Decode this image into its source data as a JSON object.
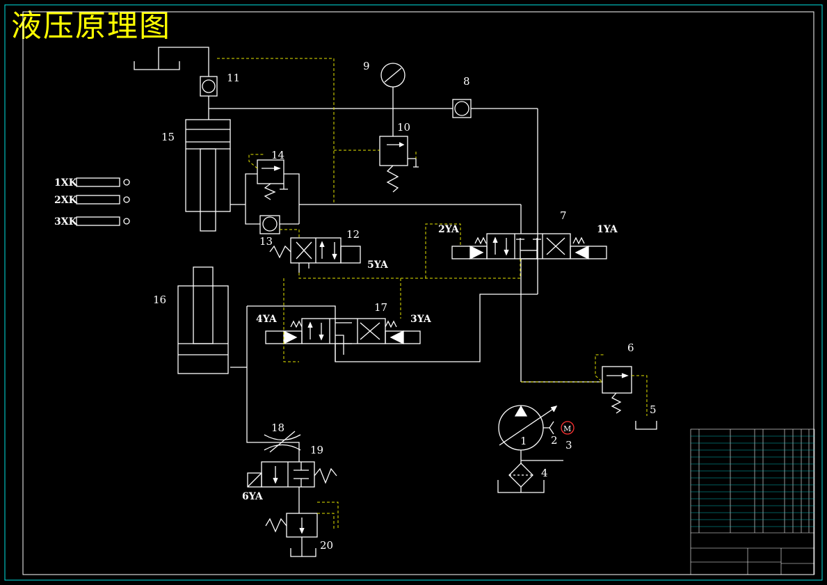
{
  "title": "液压原理图",
  "colors": {
    "background": "#000000",
    "lines": "#ffffff",
    "pilot_lines": "#e6e600",
    "title": "#ffff00",
    "frame": "#00e5e5"
  },
  "components": {
    "c1": "1",
    "c2": "2",
    "c3": "3",
    "c4": "4",
    "c5": "5",
    "c6": "6",
    "c7": "7",
    "c8": "8",
    "c9": "9",
    "c10": "10",
    "c11": "11",
    "c12": "12",
    "c13": "13",
    "c14": "14",
    "c15": "15",
    "c16": "16",
    "c17": "17",
    "c18": "18",
    "c19": "19",
    "c20": "20"
  },
  "motor_label": "M",
  "solenoids": {
    "s1": "1YA",
    "s2": "2YA",
    "s3": "3YA",
    "s4": "4YA",
    "s5": "5YA",
    "s6": "6YA"
  },
  "limit_switches": [
    "1XK",
    "2XK",
    "3XK"
  ],
  "title_block": {
    "label": "parts list / title block"
  }
}
